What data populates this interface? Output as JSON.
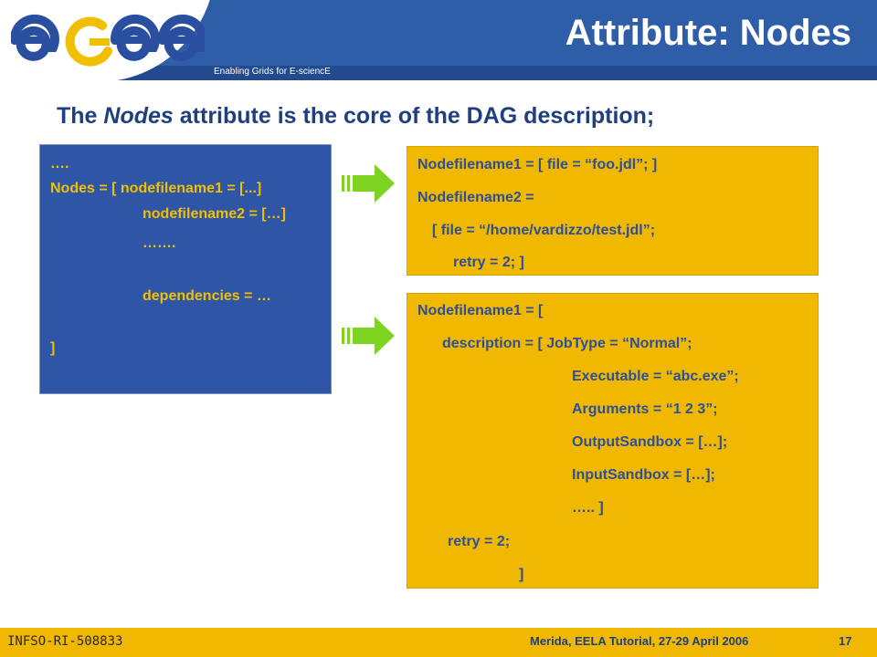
{
  "header": {
    "logo_text": "egee",
    "tagline": "Enabling Grids for E-sciencE",
    "title": "Attribute: Nodes",
    "colors": {
      "background": "#2f5ea8",
      "logo_blue": "#2b4fa0",
      "logo_yellow": "#f0c000"
    }
  },
  "subtitle": {
    "prefix": "The ",
    "emphasis": "Nodes",
    "suffix": " attribute is the core of the DAG description;"
  },
  "left_box": {
    "lines": [
      "….",
      "Nodes = [  nodefilename1 = [...]",
      "nodefilename2 = […]",
      "…….",
      "dependencies = …",
      "]"
    ]
  },
  "right_box_top": {
    "lines": [
      "Nodefilename1 = [ file = “foo.jdl”; ]",
      "Nodefilename2 =",
      "[   file = “/home/vardizzo/test.jdl”;",
      "retry = 2;            ]"
    ]
  },
  "right_box_bottom": {
    "lines": [
      "Nodefilename1 = [",
      "description = [ JobType = “Normal”;",
      "Executable = “abc.exe”;",
      "Arguments = “1 2 3”;",
      "OutputSandbox = […];",
      "InputSandbox = […];",
      "…..  ]",
      "retry = 2;",
      "]"
    ]
  },
  "arrows": {
    "icon": "right-arrow-icon",
    "color": "#7ed321"
  },
  "footer": {
    "left": "INFSO-RI-508833",
    "center": "Merida, EELA Tutorial, 27-29 April 2006",
    "page": "17",
    "color": "#f0b800"
  }
}
